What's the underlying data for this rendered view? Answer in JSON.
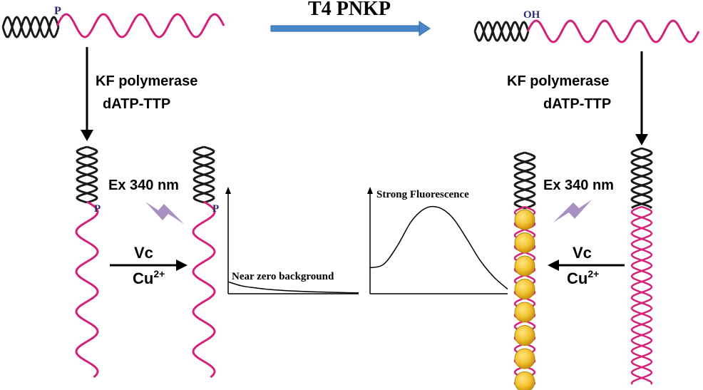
{
  "title": "T4  PNKP",
  "left_top_label": "P",
  "right_top_label": "OH",
  "left_enzyme": {
    "line1": "KF polymerase",
    "line2": "dATP-TTP"
  },
  "right_enzyme": {
    "line1": "KF polymerase",
    "line2": "dATP-TTP"
  },
  "left_excitation": "Ex 340 nm",
  "right_excitation": "Ex 340 nm",
  "left_strand_label_1": "P",
  "left_strand_label_2": "P",
  "left_reagents": {
    "reductant": "Vc",
    "metal_base": "Cu",
    "metal_charge": "2+"
  },
  "right_reagents": {
    "reductant": "Vc",
    "metal_base": "Cu",
    "metal_charge": "2+"
  },
  "chart_data": [
    {
      "type": "line",
      "title": "",
      "annotation": "Near zero background",
      "xlabel": "",
      "ylabel": "",
      "x": [
        0,
        0.1,
        0.2,
        0.3,
        0.4,
        0.5,
        0.6,
        0.7,
        0.8,
        0.9,
        1.0
      ],
      "series": [
        {
          "values": [
            0.12,
            0.08,
            0.06,
            0.045,
            0.035,
            0.028,
            0.022,
            0.018,
            0.014,
            0.011,
            0.009
          ]
        }
      ],
      "ylim": [
        0,
        1
      ]
    },
    {
      "type": "line",
      "title": "",
      "annotation": "Strong Fluorescence",
      "xlabel": "",
      "ylabel": "",
      "x": [
        0,
        0.1,
        0.2,
        0.3,
        0.4,
        0.5,
        0.6,
        0.7,
        0.8,
        0.9,
        1.0
      ],
      "series": [
        {
          "values": [
            0.28,
            0.32,
            0.52,
            0.78,
            0.92,
            0.93,
            0.82,
            0.6,
            0.36,
            0.18,
            0.05
          ]
        }
      ],
      "ylim": [
        0,
        1
      ]
    }
  ],
  "colors": {
    "dna_dark": "#1a1a1a",
    "dna_pink": "#d4207a",
    "arrow_blue": "#4a86c8",
    "bolt": "#9a7cb8",
    "nanoparticle": "#f2c230"
  }
}
